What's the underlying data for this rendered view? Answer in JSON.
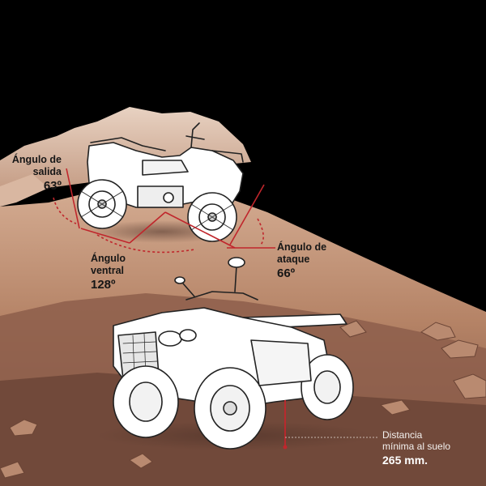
{
  "labels": {
    "salida": {
      "title_line1": "Ángulo de",
      "title_line2": "salida",
      "value": "63º"
    },
    "ventral": {
      "title_line1": "Ángulo",
      "title_line2": "ventral",
      "value": "128º"
    },
    "ataque": {
      "title_line1": "Ángulo de",
      "title_line2": "ataque",
      "value": "66º"
    },
    "distancia": {
      "title_line1": "Distancia",
      "title_line2": "mínima al suelo",
      "value": "265 mm."
    }
  },
  "colors": {
    "sky": "#000000",
    "terrain_light": "#c79a80",
    "terrain_mid": "#a8745d",
    "terrain_dark": "#6f4a3c",
    "accent_red": "#c0262c",
    "vehicle_fill": "#ffffff",
    "vehicle_line": "#222222"
  },
  "icons": {
    "side_view": "atv-side-view-icon",
    "front_view": "atv-front-view-icon"
  }
}
